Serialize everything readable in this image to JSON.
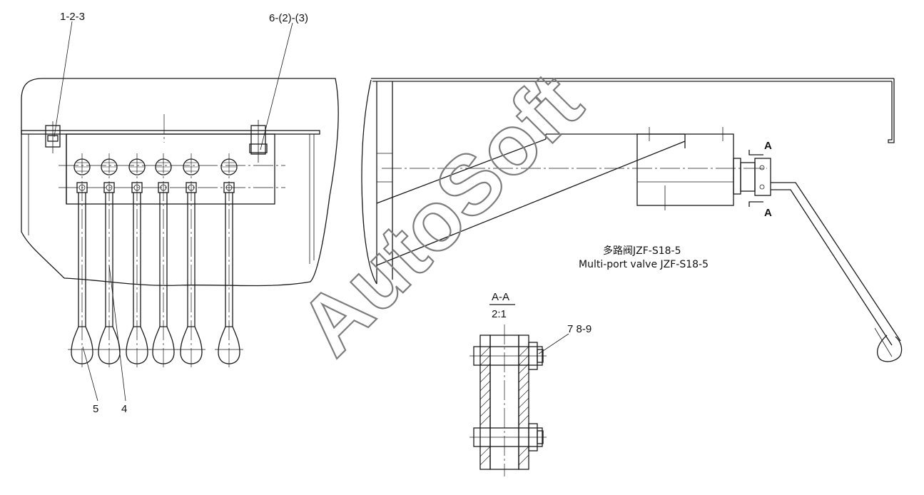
{
  "callouts": {
    "c123": "1-2-3",
    "c623": "6-(2)-(3)",
    "c5": "5",
    "c4": "4",
    "c789": "7 8-9",
    "secA_top": "A",
    "secA_bot": "A"
  },
  "section_view": {
    "title": "A-A",
    "scale": "2:1"
  },
  "valve_label": {
    "cn": "多路阀JZF-S18-5",
    "en": "Multi-port valve JZF-S18-5"
  },
  "watermark": "AutoSoft"
}
